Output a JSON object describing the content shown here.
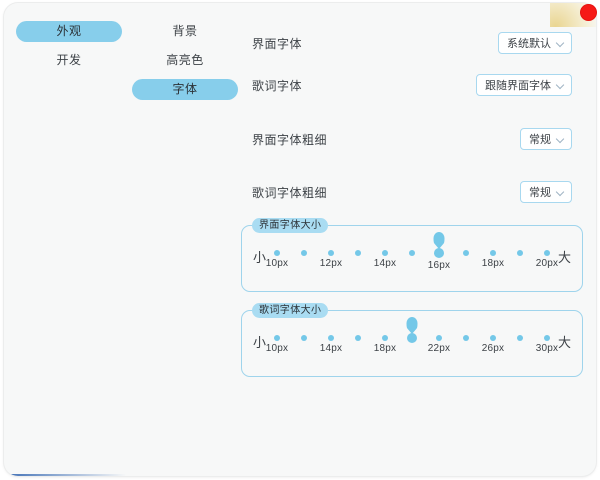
{
  "window": {
    "close_label": "",
    "icons": {
      "close": "close-circle-icon"
    }
  },
  "primary_nav": {
    "items": [
      {
        "label": "外观",
        "active": true
      },
      {
        "label": "开发",
        "active": false
      }
    ]
  },
  "secondary_nav": {
    "items": [
      {
        "label": "背景",
        "active": false
      },
      {
        "label": "高亮色",
        "active": false
      },
      {
        "label": "字体",
        "active": true
      }
    ]
  },
  "settings": {
    "ui_font": {
      "label": "界面字体",
      "value": "系统默认"
    },
    "lyric_font": {
      "label": "歌词字体",
      "value": "跟随界面字体"
    },
    "ui_font_weight": {
      "label": "界面字体粗细",
      "value": "常规"
    },
    "lyric_font_weight": {
      "label": "歌词字体粗细",
      "value": "常规"
    }
  },
  "sliders": {
    "ui_font_size": {
      "legend": "界面字体大小",
      "min_label": "小",
      "max_label": "大",
      "selected_index": 6,
      "ticks": [
        {
          "label": "10px"
        },
        {
          "label": ""
        },
        {
          "label": "12px"
        },
        {
          "label": ""
        },
        {
          "label": "14px"
        },
        {
          "label": ""
        },
        {
          "label": "16px"
        },
        {
          "label": ""
        },
        {
          "label": "18px"
        },
        {
          "label": ""
        },
        {
          "label": "20px"
        }
      ]
    },
    "lyric_font_size": {
      "legend": "歌词字体大小",
      "min_label": "小",
      "max_label": "大",
      "selected_index": 5,
      "ticks": [
        {
          "label": "10px"
        },
        {
          "label": ""
        },
        {
          "label": "14px"
        },
        {
          "label": ""
        },
        {
          "label": "18px"
        },
        {
          "label": ""
        },
        {
          "label": "22px"
        },
        {
          "label": ""
        },
        {
          "label": "26px"
        },
        {
          "label": ""
        },
        {
          "label": "30px"
        }
      ]
    }
  },
  "colors": {
    "accent": "#87ceeb",
    "slider_accent": "#74c8e8",
    "panel_border": "#9fd4ec",
    "close_red": "#f61a17",
    "text": "#3d4247",
    "background": "#f7f8f8"
  }
}
